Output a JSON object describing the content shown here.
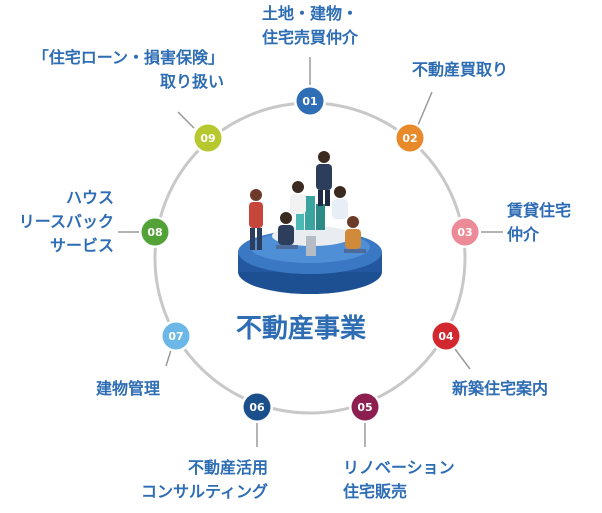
{
  "center": {
    "title": "不動産事業"
  },
  "nodes": [
    {
      "num": "01",
      "color": "#2f6db5",
      "lines": [
        "土地・建物・",
        "住宅売買仲介"
      ]
    },
    {
      "num": "02",
      "color": "#e8892a",
      "lines": [
        "不動産買取り"
      ]
    },
    {
      "num": "03",
      "color": "#ec8a97",
      "lines": [
        "賃貸住宅",
        "仲介"
      ]
    },
    {
      "num": "04",
      "color": "#d32730",
      "lines": [
        "新築住宅案内"
      ]
    },
    {
      "num": "05",
      "color": "#8c1f4f",
      "lines": [
        "リノベーション",
        "住宅販売"
      ]
    },
    {
      "num": "06",
      "color": "#1b4f8c",
      "lines": [
        "不動産活用",
        "コンサルティング"
      ]
    },
    {
      "num": "07",
      "color": "#6ab7e8",
      "lines": [
        "建物管理"
      ]
    },
    {
      "num": "08",
      "color": "#52a237",
      "lines": [
        "ハウス",
        "リースバック",
        "サービス"
      ]
    },
    {
      "num": "09",
      "color": "#b7c82f",
      "lines": [
        "「住宅ローン・損害保険」",
        "取り扱い"
      ]
    }
  ]
}
